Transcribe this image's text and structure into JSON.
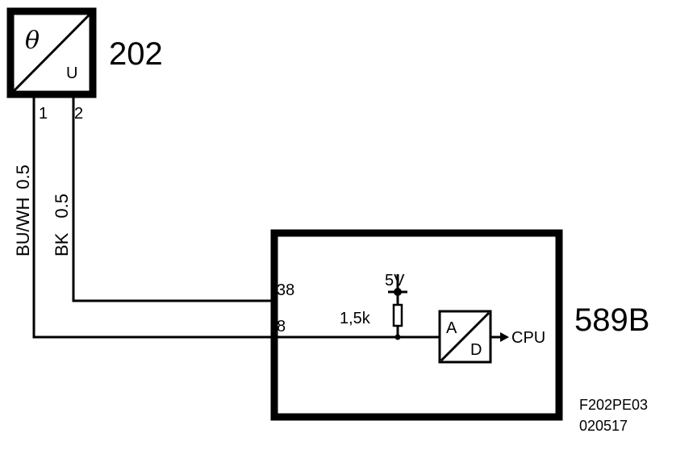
{
  "sensor": {
    "id": "202",
    "symbol_input": "θ",
    "symbol_output": "U",
    "pins": [
      "1",
      "2"
    ]
  },
  "wires": [
    {
      "color": "BU/WH",
      "gauge": "0.5"
    },
    {
      "color": "BK",
      "gauge": "0.5"
    }
  ],
  "ecu": {
    "id": "589B",
    "pins": [
      "38",
      "8"
    ],
    "supply": "5V",
    "resistor": "1,5k",
    "converter_in": "A",
    "converter_out": "D",
    "output": "CPU"
  },
  "drawing": {
    "code": "F202PE03",
    "date": "020517"
  }
}
